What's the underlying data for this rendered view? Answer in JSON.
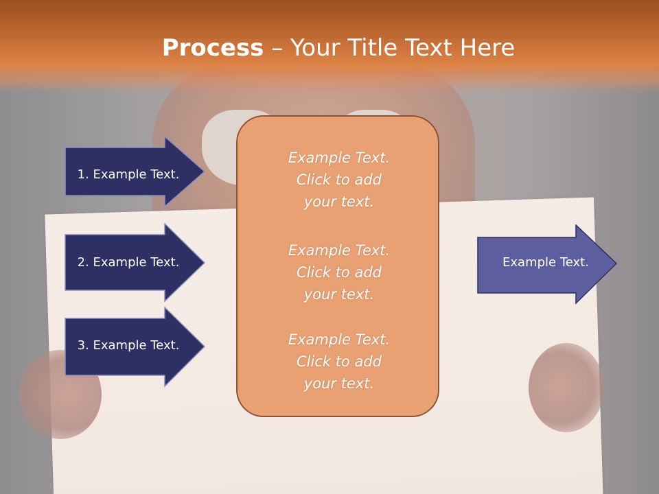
{
  "slide": {
    "title_bold": "Process",
    "title_rest": " – Your Title Text Here",
    "steps": [
      {
        "label": "1. Example Text."
      },
      {
        "label": "2. Example Text."
      },
      {
        "label": "3. Example Text."
      }
    ],
    "center_blocks": [
      {
        "line1": "Example Text.",
        "line2": "Click  to add",
        "line3": "your text."
      },
      {
        "line1": "Example Text.",
        "line2": "Click  to add",
        "line3": "your text."
      },
      {
        "line1": "Example Text.",
        "line2": "Click  to add",
        "line3": "your text."
      }
    ],
    "result": {
      "label": "Example Text."
    }
  },
  "colors": {
    "header": "#c16a33",
    "arrow_dark": "#2e2f63",
    "arrow_light": "#5c5e9d",
    "center_box": "#e9a173",
    "center_border": "#8a5533"
  }
}
